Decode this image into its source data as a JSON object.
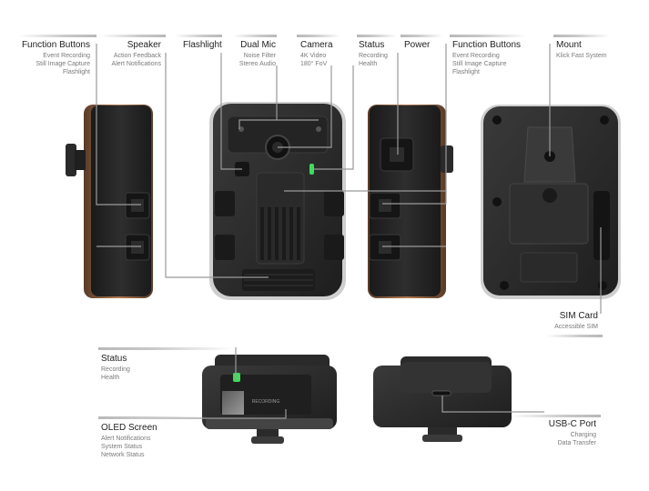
{
  "callouts": {
    "function_buttons_left": {
      "title": "Function Buttons",
      "lines": [
        "Event Recording",
        "Still Image Capture",
        "Flashlight"
      ]
    },
    "speaker": {
      "title": "Speaker",
      "lines": [
        "Action Feedback",
        "Alert Notifications"
      ]
    },
    "flashlight": {
      "title": "Flashlight",
      "lines": []
    },
    "dual_mic": {
      "title": "Dual Mic",
      "lines": [
        "Noise Filter",
        "Stereo Audio"
      ]
    },
    "camera": {
      "title": "Camera",
      "lines": [
        "4K Video",
        "180° FoV"
      ]
    },
    "status_top": {
      "title": "Status",
      "lines": [
        "Recording",
        "Health"
      ]
    },
    "power": {
      "title": "Power",
      "lines": []
    },
    "function_buttons_right": {
      "title": "Function Buttons",
      "lines": [
        "Event Recording",
        "Still Image Capture",
        "Flashlight"
      ]
    },
    "mount": {
      "title": "Mount",
      "lines": [
        "Klick Fast System"
      ]
    },
    "sim_card": {
      "title": "SIM Card",
      "lines": [
        "Accessible SIM"
      ]
    },
    "status_bottom": {
      "title": "Status",
      "lines": [
        "Recording",
        "Health"
      ]
    },
    "oled_screen": {
      "title": "OLED Screen",
      "lines": [
        "Alert Notifications",
        "System Status",
        "Network Status"
      ]
    },
    "usb_c_port": {
      "title": "USB-C Port",
      "lines": [
        "Charging",
        "Data Transfer"
      ]
    }
  },
  "screen_text": "RECORDING",
  "colors": {
    "body": "#2b2b2b",
    "body_dark": "#1c1c1c",
    "accent_copper": "#9a6a48",
    "led_green": "#3ddc5a",
    "leader": "#9a9a9a"
  }
}
